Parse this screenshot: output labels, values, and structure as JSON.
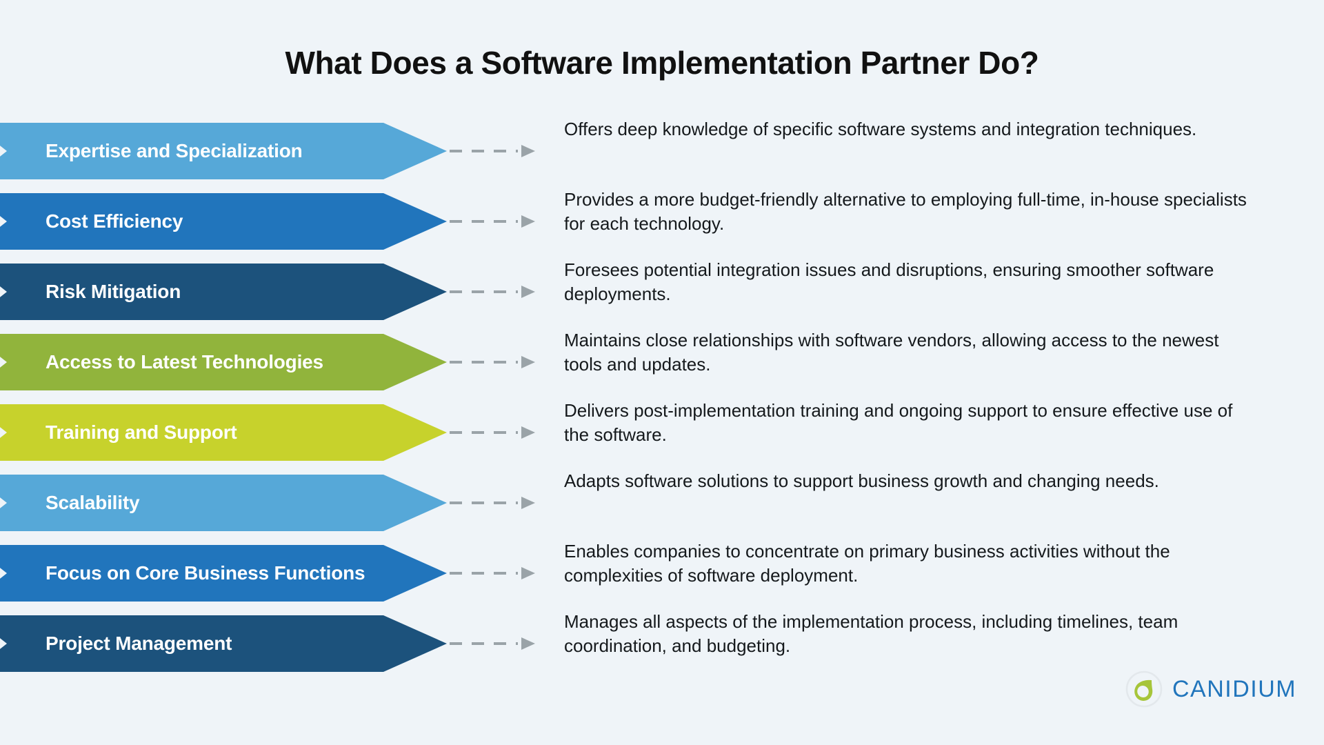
{
  "page": {
    "title": "What Does a Software Implementation Partner Do?",
    "background_color": "#eff4f8",
    "title_color": "#111111",
    "body_text_color": "#15191c",
    "connector_color": "#9aa3a8"
  },
  "rows": [
    {
      "label": "Expertise and Specialization",
      "color": "#56a8d8",
      "description": "Offers deep knowledge of specific software systems and integration techniques."
    },
    {
      "label": "Cost Efficiency",
      "color": "#2175bc",
      "description": "Provides a more budget-friendly alternative to employing full-time, in-house specialists for each technology."
    },
    {
      "label": "Risk Mitigation",
      "color": "#1c527c",
      "description": "Foresees potential integration issues and disruptions, ensuring smoother software deployments."
    },
    {
      "label": "Access to Latest Technologies",
      "color": "#91b43c",
      "description": "Maintains close relationships with software vendors, allowing access to the newest tools and updates."
    },
    {
      "label": "Training and Support",
      "color": "#c7d22c",
      "description": "Delivers post-implementation training and ongoing support to ensure effective use of the software."
    },
    {
      "label": "Scalability",
      "color": "#56a8d8",
      "description": "Adapts software solutions to support business growth and changing needs."
    },
    {
      "label": "Focus on Core Business Functions",
      "color": "#2175bc",
      "description": "Enables companies to concentrate on primary business activities without the complexities of software deployment."
    },
    {
      "label": "Project Management",
      "color": "#1c527c",
      "description": "Manages all aspects of the implementation process, including timelines, team coordination, and budgeting."
    }
  ],
  "logo": {
    "name": "canidium-logo",
    "wordmark": "CANIDIUM",
    "mark_icon": "leaf-drop-icon",
    "text_color": "#2175bc",
    "mark_color": "#a6c53a",
    "ring_color": "#e3e8ec"
  }
}
